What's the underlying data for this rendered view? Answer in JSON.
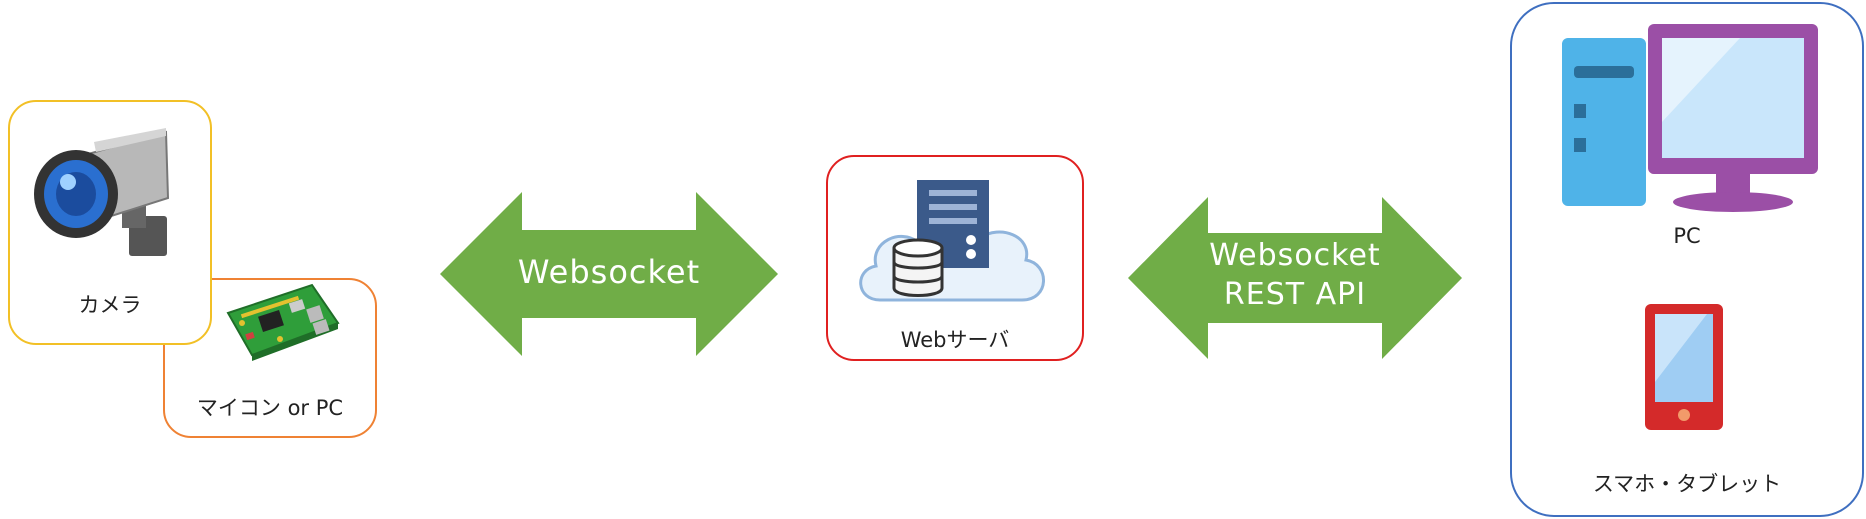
{
  "nodes": {
    "camera": {
      "label": "カメラ",
      "border_color": "#f2c026"
    },
    "microcontroller": {
      "label": "マイコン or PC",
      "border_color": "#ef8234"
    },
    "web_server": {
      "label": "Webサーバ",
      "border_color": "#e02020"
    },
    "clients": {
      "border_color": "#3f6fc0",
      "pc_label": "PC",
      "mobile_label": "スマホ・タブレット"
    }
  },
  "connections": {
    "left": {
      "lines": [
        "Websocket"
      ],
      "color": "#70ad47"
    },
    "right": {
      "lines": [
        "Websocket",
        "REST API"
      ],
      "color": "#70ad47"
    }
  },
  "icons": [
    "camera-icon",
    "circuit-board-icon",
    "server-icon",
    "cloud-icon",
    "database-icon",
    "desktop-pc-icon",
    "smartphone-icon"
  ]
}
